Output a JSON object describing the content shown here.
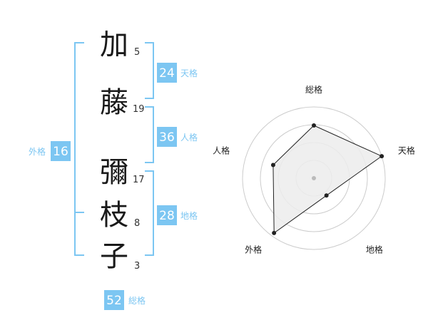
{
  "name": {
    "characters": [
      {
        "char": "加",
        "strokes": "5"
      },
      {
        "char": "藤",
        "strokes": "19"
      },
      {
        "char": "彌",
        "strokes": "17"
      },
      {
        "char": "枝",
        "strokes": "8"
      },
      {
        "char": "子",
        "strokes": "3"
      }
    ]
  },
  "fortune": {
    "tenkaku": {
      "value": "24",
      "label": "天格"
    },
    "jinkaku": {
      "value": "36",
      "label": "人格"
    },
    "chikaku": {
      "value": "28",
      "label": "地格"
    },
    "gaikaku": {
      "value": "16",
      "label": "外格"
    },
    "soukaku": {
      "value": "52",
      "label": "総格"
    }
  },
  "chart_data": {
    "type": "radar",
    "axes": [
      "総格",
      "天格",
      "地格",
      "外格",
      "人格"
    ],
    "values": [
      0.74,
      1.0,
      0.3,
      0.95,
      0.6
    ],
    "rings": 4,
    "colors": {
      "area": "#ececec",
      "line": "#222222",
      "ring": "#cccccc",
      "accent": "#7cc6f2"
    }
  }
}
